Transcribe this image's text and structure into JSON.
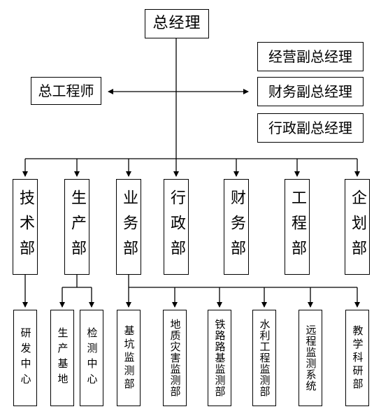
{
  "top": {
    "label": "总经理"
  },
  "chief_engineer": {
    "label": "总工程师"
  },
  "vice_gms": [
    {
      "label": "经营副总经理"
    },
    {
      "label": "财务副总经理"
    },
    {
      "label": "行政副总经理"
    }
  ],
  "departments": [
    {
      "label": "技术部"
    },
    {
      "label": "生产部"
    },
    {
      "label": "业务部"
    },
    {
      "label": "行政部"
    },
    {
      "label": "财务部"
    },
    {
      "label": "工程部"
    },
    {
      "label": "企划部"
    }
  ],
  "sub_units": [
    {
      "label": "研发中心"
    },
    {
      "label": "生产基地"
    },
    {
      "label": "检测中心"
    },
    {
      "label": "基坑监测部"
    },
    {
      "label": "地质灾害监测部"
    },
    {
      "label": "铁路路基监测部"
    },
    {
      "label": "水利工程监测部"
    },
    {
      "label": "远程监测系统"
    },
    {
      "label": "教学科研部"
    }
  ]
}
